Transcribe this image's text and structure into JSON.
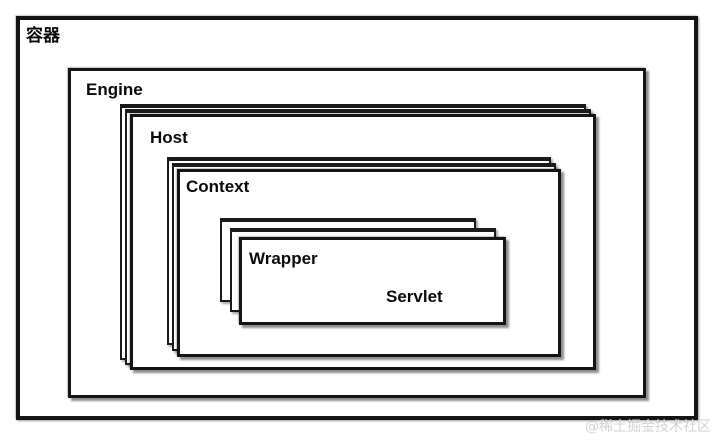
{
  "diagram": {
    "container": {
      "label": "容器"
    },
    "engine": {
      "label": "Engine"
    },
    "host": {
      "label": "Host"
    },
    "context": {
      "label": "Context"
    },
    "wrapper": {
      "label": "Wrapper"
    },
    "servlet": {
      "label": "Servlet"
    }
  },
  "watermark": {
    "text": "@稀土掘金技术社区"
  },
  "colors": {
    "stroke": "#141414",
    "fill": "#ffffff",
    "watermark": "#d3d3d3"
  }
}
